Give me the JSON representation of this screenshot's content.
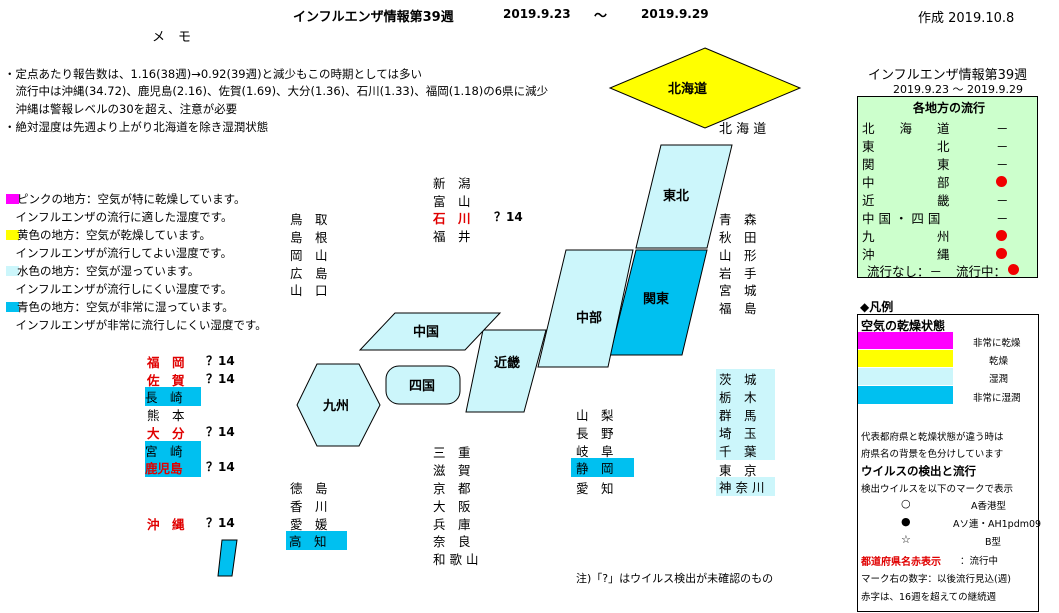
{
  "header": {
    "title": "インフルエンザ情報第39週",
    "date_from": "2019.9.23",
    "tilde": "～",
    "date_to": "2019.9.29",
    "created": "作成 2019.10.8"
  },
  "memo": {
    "heading": "メ　モ",
    "lines": [
      "・定点あたり報告数は、1.16(38週)→0.92(39週)と減少もこの時期としては多い",
      "　流行中は沖縄(34.72)、鹿児島(2.16)、佐賀(1.69)、大分(1.36)、石川(1.33)、福岡(1.18)の6県に減少",
      "　沖縄は警報レベルの30を超え、注意が必要",
      "・絶対湿度は先週より上がり北海道を除き湿潤状態"
    ]
  },
  "color_legend": [
    {
      "color": "#ff00ff",
      "title": "ピンクの地方：空気が特に乾燥しています。",
      "desc": "　インフルエンザの流行に適した湿度です。"
    },
    {
      "color": "#ffff00",
      "title": "黄色の地方：空気が乾燥しています。",
      "desc": "　インフルエンザが流行してよい湿度です。"
    },
    {
      "color": "#ccf6fb",
      "title": "水色の地方：空気が湿っています。",
      "desc": "　インフルエンザが流行しにくい湿度です。"
    },
    {
      "color": "#00c0f0",
      "title": "青色の地方：空気が非常に湿っています。",
      "desc": "　インフルエンザが非常に流行しにくい湿度です。"
    }
  ],
  "map": {
    "regions": {
      "hokkaido": "北海道",
      "tohoku": "東北",
      "kanto": "関東",
      "chubu": "中部",
      "kinki": "近畿",
      "chugoku": "中国",
      "shikoku": "四国",
      "kyushu": "九州"
    },
    "colors": {
      "dry": "#ffff00",
      "humid": "#ccf6fb",
      "very_humid": "#00c0f0"
    }
  },
  "prefs": {
    "hokkaido": "北 海 道",
    "hokuriku": [
      "新　潟",
      "富　山",
      "石　川",
      "福　井"
    ],
    "chugoku": [
      "鳥　取",
      "島　根",
      "岡　山",
      "広　島",
      "山　口"
    ],
    "tohoku": [
      "青　森",
      "秋　田",
      "山　形",
      "岩　手",
      "宮　城",
      "福　島"
    ],
    "kyushu": [
      "福　岡",
      "佐　賀",
      "長　崎",
      "熊　本",
      "大　分",
      "宮　崎",
      "鹿児島"
    ],
    "okinawa": "沖　縄",
    "shikoku": [
      "徳　島",
      "香　川",
      "愛　媛",
      "高　知"
    ],
    "kinki": [
      "三　重",
      "滋　賀",
      "京　都",
      "大　阪",
      "兵　庫",
      "奈　良",
      "和 歌 山"
    ],
    "chubu": [
      "山　梨",
      "長　野",
      "岐　阜",
      "静　岡",
      "愛　知"
    ],
    "kanto": [
      "茨　城",
      "栃　木",
      "群　馬",
      "埼　玉",
      "千　葉",
      "東　京",
      "神 奈 川"
    ]
  },
  "mark_label": "？14",
  "footnote": "注)「?」はウイルス検出が未確認のもの",
  "summary": {
    "title": "インフルエンザ情報第39週",
    "dates": "2019.9.23 ～ 2019.9.29",
    "heading": "各地方の流行",
    "regions": [
      "北　　海　　道",
      "東　　　　　北",
      "関　　　　　東",
      "中　　　　　部",
      "近　　　　　畿",
      "中 国 ・ 四 国",
      "九　　　　　州",
      "沖　　　　　縄"
    ],
    "none_mark": "－",
    "legend_none": "流行なし：－",
    "legend_active": "流行中："
  },
  "legend": {
    "heading": "◆凡例",
    "air_heading": "空気の乾燥状態",
    "air_items": [
      "非常に乾燥",
      "乾燥",
      "湿潤",
      "非常に湿潤"
    ],
    "air_colors": [
      "#ff00ff",
      "#ffff00",
      "#ccf6fb",
      "#00c0f0"
    ],
    "note1": "代表都府県と乾燥状態が違う時は",
    "note2": "府県名の背景を色分けしています",
    "virus_heading": "ウイルスの検出と流行",
    "virus_desc": "検出ウイルスを以下のマークで表示",
    "virus_items": [
      {
        "mark": "○",
        "label": "A香港型"
      },
      {
        "mark": "●",
        "label": "Aソ連・AH1pdm09"
      },
      {
        "mark": "☆",
        "label": "B型"
      }
    ],
    "red_label": "都道府県名赤表示",
    "red_desc": "：流行中",
    "num_desc": "マーク右の数字：以後流行見込(週)",
    "red_char_desc": "赤字は、16週を超えての継続週"
  }
}
